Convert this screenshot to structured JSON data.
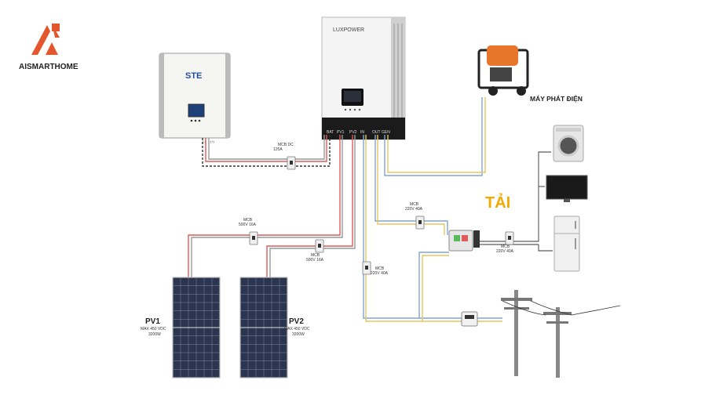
{
  "brand": {
    "name": "AISMARTHOME",
    "color": "#e4572e"
  },
  "battery": {
    "logo": "STE",
    "terminal_neg": "(-)",
    "terminal_pos": "(+)"
  },
  "inverter": {
    "brand": "LUXPOWER",
    "ports": [
      "BAT",
      "PV1",
      "PV2",
      "IN",
      "OUT",
      "GEN"
    ]
  },
  "generator": {
    "label": "MÁY PHÁT ĐIỆN"
  },
  "load": {
    "label": "TẢI",
    "color": "#f2a900"
  },
  "breakers": {
    "mcb_dc": {
      "title": "MCB DC",
      "rating": "125A"
    },
    "mcb_pv1": {
      "title": "MCB",
      "rating": "500V 16A"
    },
    "mcb_pv2": {
      "title": "MCB",
      "rating": "500V 16A"
    },
    "mcb_in": {
      "title": "MCB",
      "rating": "220V 40A"
    },
    "mcb_out": {
      "title": "MCB",
      "rating": "220V 40A"
    },
    "mcb_load": {
      "title": "MCB",
      "rating": "220V 40A"
    }
  },
  "panels": [
    {
      "name": "PV1",
      "max": "MAX 450 VDC",
      "power": "3200W"
    },
    {
      "name": "PV2",
      "max": "MAX 450 VDC",
      "power": "3200W"
    }
  ],
  "colors": {
    "wire_red": "#e05a5a",
    "wire_blue": "#7ea6d8",
    "wire_yellow": "#e8c65a",
    "wire_black": "#333333",
    "panel": "#2b3550"
  }
}
